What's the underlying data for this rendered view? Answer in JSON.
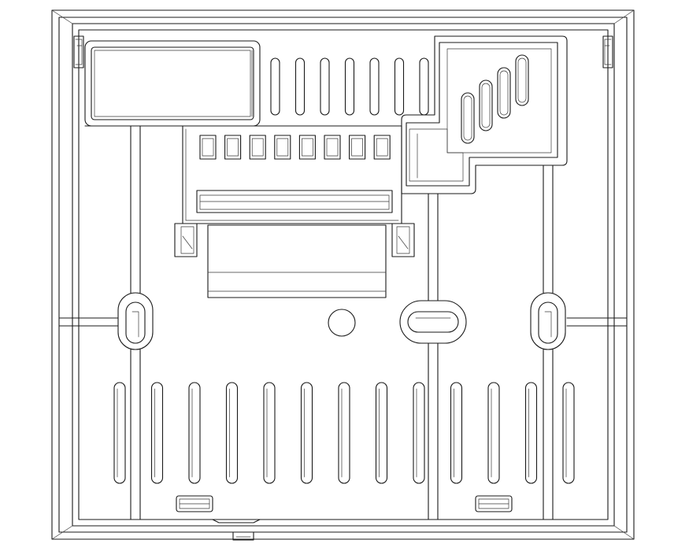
{
  "drawing": {
    "subject": "enclosure-back-plate",
    "line_color": "#1a1a1a",
    "background_color": "#ffffff",
    "features": {
      "bottom_vent_slots": 13,
      "top_vent_slots": 7,
      "terminal_pockets": 8,
      "angled_slots": 4,
      "mounting_keyholes": 3,
      "bottom_latches": 2
    }
  }
}
